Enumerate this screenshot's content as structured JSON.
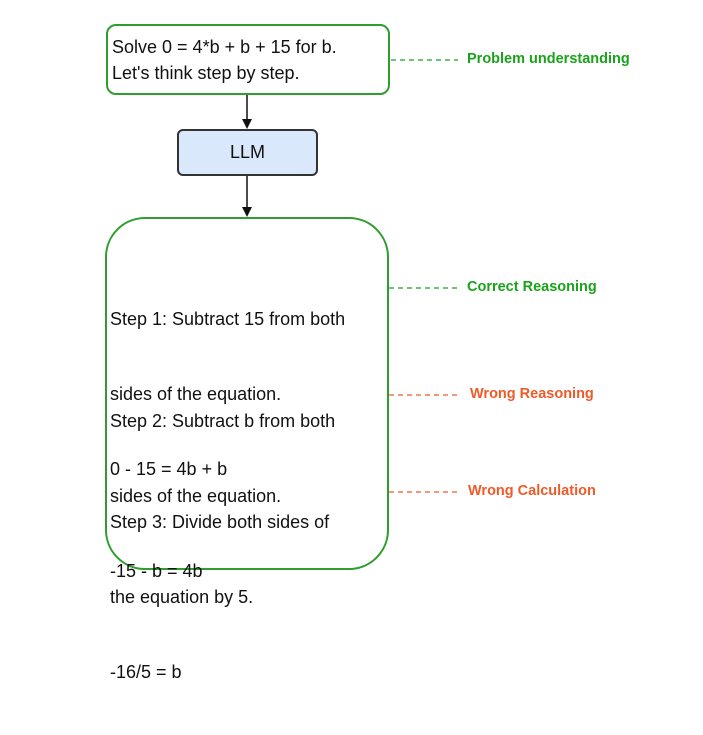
{
  "prompt": {
    "lines": [
      "Solve 0 = 4*b + b + 15 for b.",
      "Let's think step by step."
    ]
  },
  "model": {
    "label": "LLM"
  },
  "steps": [
    {
      "lines": [
        "Step 1: Subtract 15 from both",
        "sides of the equation.",
        "0 - 15 = 4b + b"
      ],
      "annotation": "Correct Reasoning",
      "status": "correct"
    },
    {
      "lines": [
        "Step 2: Subtract b from both",
        "sides of the equation.",
        "-15 - b = 4b"
      ],
      "annotation": "Wrong Reasoning",
      "status": "wrong"
    },
    {
      "lines": [
        "Step 3: Divide both sides of",
        "the equation by 5.",
        "-16/5 = b"
      ],
      "annotation": "Wrong Calculation",
      "status": "wrong"
    }
  ],
  "prompt_annotation": "Problem understanding",
  "colors": {
    "correct": "#1aa31a",
    "wrong": "#f05a28",
    "prompt_border": "#2e9e2e",
    "llm_fill": "#dae8fc"
  }
}
